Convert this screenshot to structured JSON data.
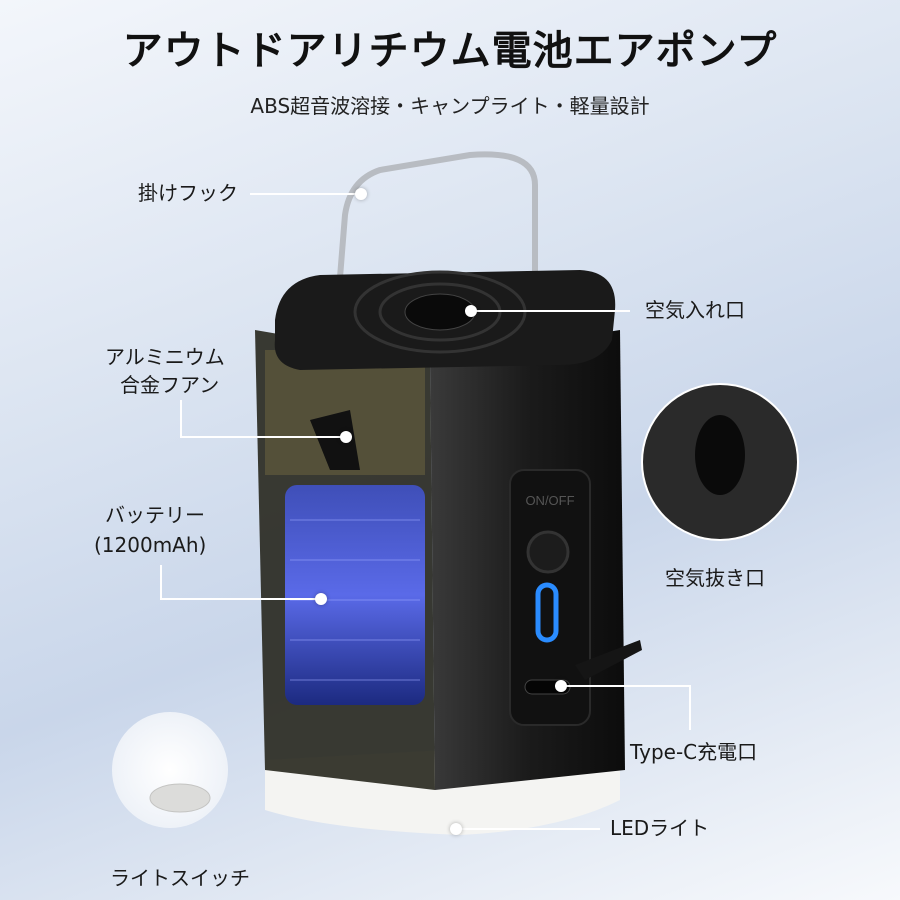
{
  "title": "アウトドアリチウム電池エアポンプ",
  "subtitle": "ABS超音波溶接・キャンプライト・軽量設計",
  "device": {
    "button_label": "ON/OFF",
    "accent_color": "#2a8cff"
  },
  "callouts": {
    "hook": "掛けフック",
    "air_inlet": "空気入れ口",
    "fan_line1": "アルミニウム",
    "fan_line2": "合金フアン",
    "battery_line1": "バッテリー",
    "battery_line2": "(1200mAh)",
    "air_outlet": "空気抜き口",
    "typec": "Type-C充電口",
    "led": "LEDライト",
    "light_switch": "ライトスイッチ"
  }
}
